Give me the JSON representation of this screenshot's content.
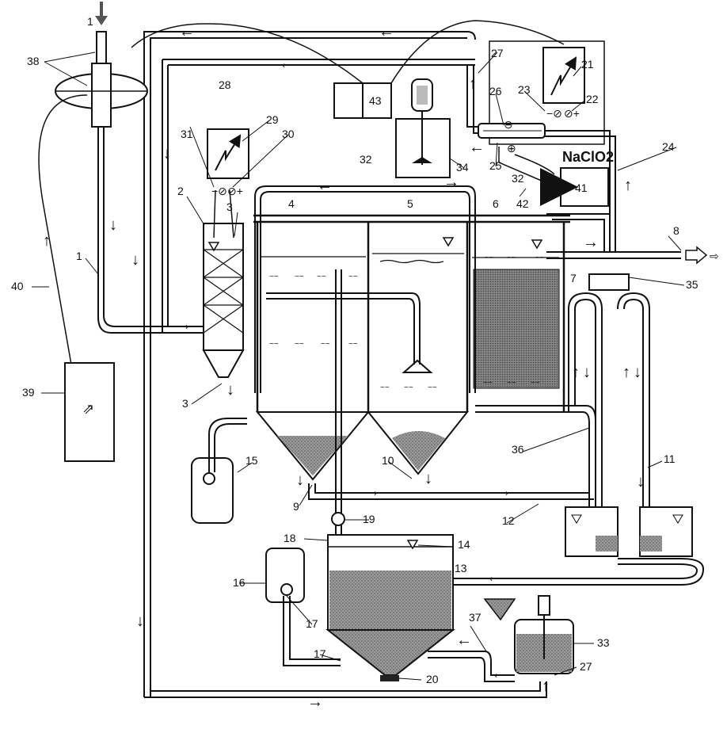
{
  "diagram": {
    "chemical_label": "NaClO2",
    "outlet_arrow": "⇨",
    "callouts": {
      "n1_top": "1",
      "n1_pipe": "1",
      "n2": "2",
      "n3_top": "3",
      "n3_bottom": "3",
      "n4": "4",
      "n5": "5",
      "n6": "6",
      "n7": "7",
      "n8": "8",
      "n9": "9",
      "n10": "10",
      "n11": "11",
      "n12": "12",
      "n13": "13",
      "n14": "14",
      "n15": "15",
      "n16": "16",
      "n17a": "17",
      "n17b": "17",
      "n18": "18",
      "n19": "19",
      "n20": "20",
      "n21": "21",
      "n22": "22",
      "n23": "23",
      "n24": "24",
      "n25": "25",
      "n26": "26",
      "n27a": "27",
      "n27b": "27",
      "n28": "28",
      "n29": "29",
      "n30": "30",
      "n31": "31",
      "n32a": "32",
      "n32b": "32",
      "n33": "33",
      "n34": "34",
      "n35": "35",
      "n36": "36",
      "n37": "37",
      "n38": "38",
      "n39": "39",
      "n40": "40",
      "n41": "41",
      "n42": "42",
      "n43": "43"
    }
  }
}
